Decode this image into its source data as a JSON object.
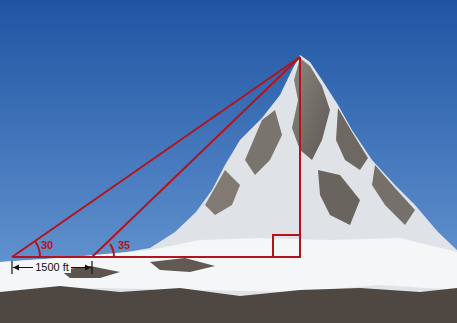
{
  "diagram": {
    "labels": [
      "30",
      "35",
      "1500 ft"
    ]
  }
}
